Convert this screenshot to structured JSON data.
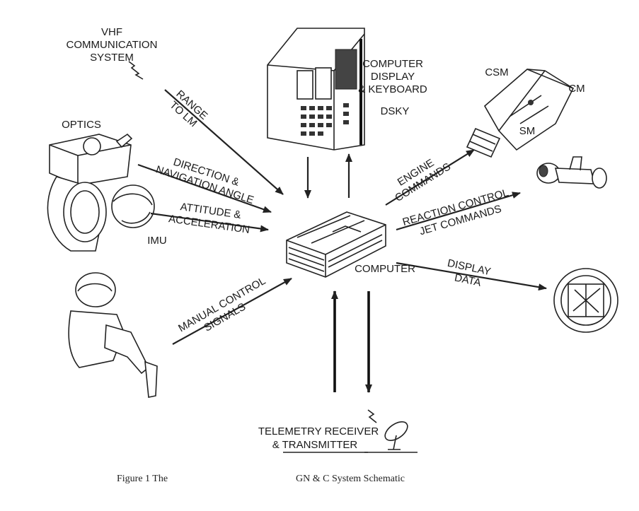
{
  "labels": {
    "vhf": [
      "VHF",
      "COMMUNICATION",
      "SYSTEM"
    ],
    "computer_display": [
      "COMPUTER",
      "DISPLAY",
      "& KEYBOARD"
    ],
    "dsky": "DSKY",
    "csm": "CSM",
    "cm": "CM",
    "sm": "SM",
    "optics": "OPTICS",
    "imu": "IMU",
    "range": [
      "RANGE",
      "TO LM"
    ],
    "direction": [
      "DIRECTION &",
      "NAVIGATION ANGLE"
    ],
    "attitude": [
      "ATTITUDE &",
      "ACCELERATION"
    ],
    "manual_control": [
      "MANUAL CONTROL",
      "SIGNALS"
    ],
    "engine_commands": [
      "ENGINE",
      "COMMANDS"
    ],
    "reaction_control": [
      "REACTION CONTROL",
      "JET COMMANDS"
    ],
    "display_data": [
      "DISPLAY",
      "DATA"
    ],
    "computer": "COMPUTER",
    "telemetry": [
      "TELEMETRY RECEIVER",
      "& TRANSMITTER"
    ]
  },
  "caption": {
    "part1": "Figure 1   The",
    "part2": "GN & C System Schematic"
  }
}
